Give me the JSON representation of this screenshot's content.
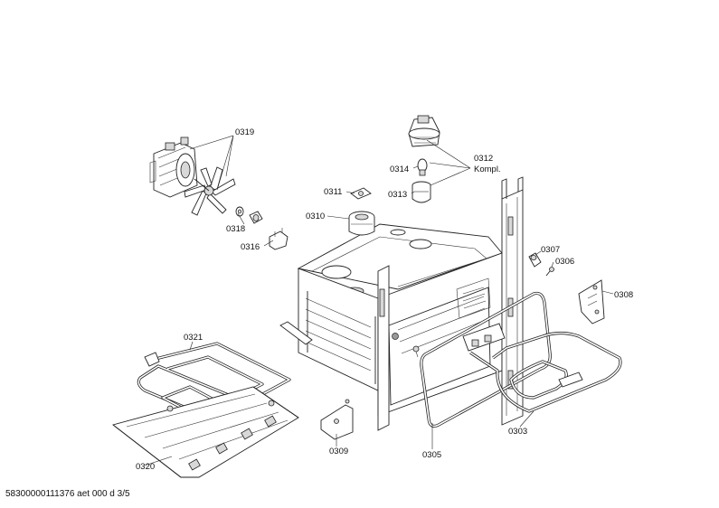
{
  "parts": [
    {
      "id": "p0319",
      "label": "0319"
    },
    {
      "id": "p0318",
      "label": "0318"
    },
    {
      "id": "p0316",
      "label": "0316"
    },
    {
      "id": "p0311",
      "label": "0311"
    },
    {
      "id": "p0310",
      "label": "0310"
    },
    {
      "id": "p0314",
      "label": "0314"
    },
    {
      "id": "p0313",
      "label": "0313"
    },
    {
      "id": "p0312",
      "label": "0312"
    },
    {
      "id": "p0312b",
      "label": "Kompl."
    },
    {
      "id": "p0307",
      "label": "0307"
    },
    {
      "id": "p0306",
      "label": "0306"
    },
    {
      "id": "p0308",
      "label": "0308"
    },
    {
      "id": "p0321",
      "label": "0321"
    },
    {
      "id": "p0320",
      "label": "0320"
    },
    {
      "id": "p0309",
      "label": "0309"
    },
    {
      "id": "p0305",
      "label": "0305"
    },
    {
      "id": "p0303",
      "label": "0303"
    }
  ],
  "footer": {
    "text": "58300000111376 aet 000 d 3/5"
  }
}
